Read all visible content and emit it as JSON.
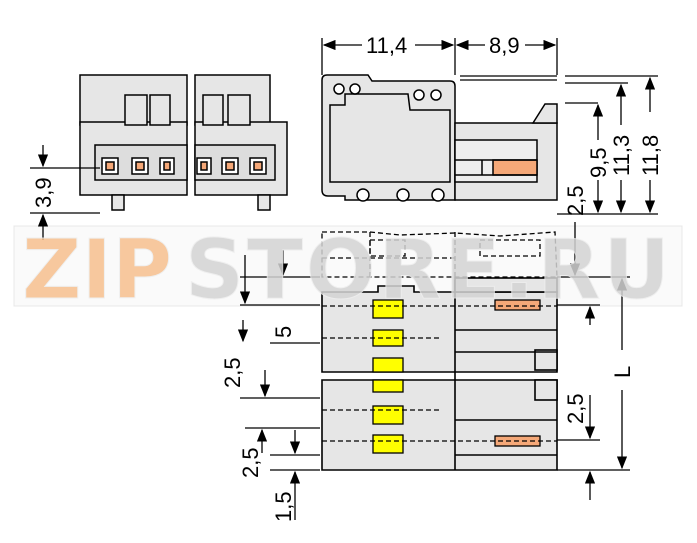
{
  "watermark": {
    "text_orange": "ZIP",
    "text_gray": "STORE.RU",
    "colors": {
      "orange": "#f7c08e",
      "gray": "#d4d4d4"
    }
  },
  "colors": {
    "body": "#e6e6e6",
    "line": "#000000",
    "contact": "#ffff00",
    "pin": "#f5a878"
  },
  "dimensions": {
    "front_pitch": "3,9",
    "side_length": "11,4",
    "side_extension": "8,9",
    "height_1": "9,5",
    "height_2": "11,3",
    "height_3": "11,8",
    "top_offset": "5",
    "top_pitch_right": "2,5",
    "left_pitch": "2,5",
    "total_length": "L",
    "right_pitch_lower": "2,5",
    "left_pitch_lower": "2,5",
    "bottom_offset": "1,5"
  }
}
